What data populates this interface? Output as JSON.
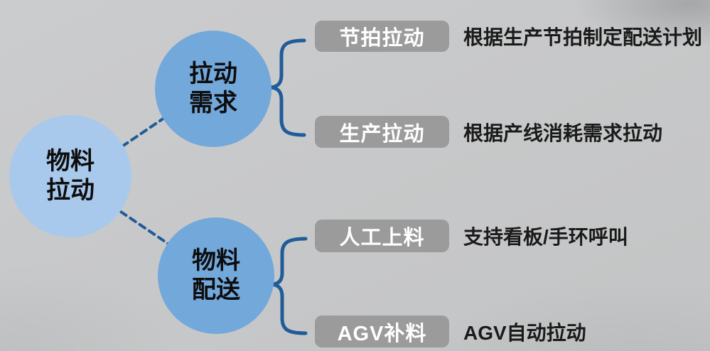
{
  "diagram": {
    "root": {
      "line1": "物料",
      "line2": "拉动"
    },
    "branches": [
      {
        "label": {
          "line1": "拉动",
          "line2": "需求"
        },
        "items": [
          {
            "tag": "节拍拉动",
            "desc": "根据生产节拍制定配送计划"
          },
          {
            "tag": "生产拉动",
            "desc": "根据产线消耗需求拉动"
          }
        ]
      },
      {
        "label": {
          "line1": "物料",
          "line2": "配送"
        },
        "items": [
          {
            "tag": "人工上料",
            "desc": "支持看板/手环呼叫"
          },
          {
            "tag": "AGV补料",
            "desc": "AGV自动拉动"
          }
        ]
      }
    ],
    "colors": {
      "background": "#c7c8c9",
      "root_circle": "#a9c9ec",
      "branch_circle": "#73a8db",
      "tag_pill": "#9b9b9b",
      "tag_text": "#ffffff",
      "connector": "#1f5c99",
      "label_text": "#0d0d0d",
      "desc_text": "#1a1a1a"
    }
  }
}
